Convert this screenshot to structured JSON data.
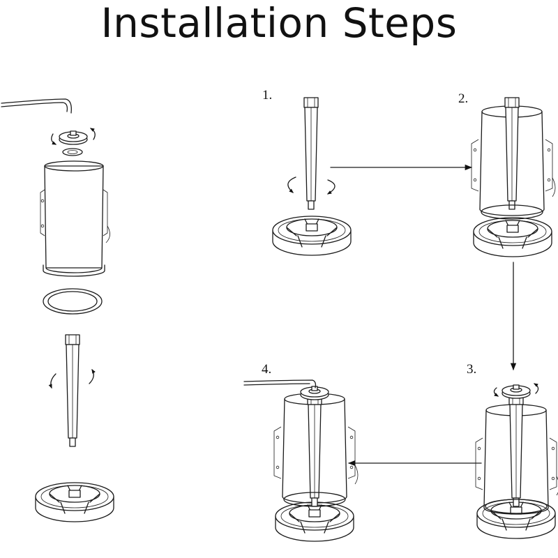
{
  "title": "Installation Steps",
  "steps": [
    {
      "label": "1."
    },
    {
      "label": "2."
    },
    {
      "label": "3."
    },
    {
      "label": "4."
    }
  ],
  "colors": {
    "line": "#1a1a1a",
    "background": "#ffffff"
  }
}
